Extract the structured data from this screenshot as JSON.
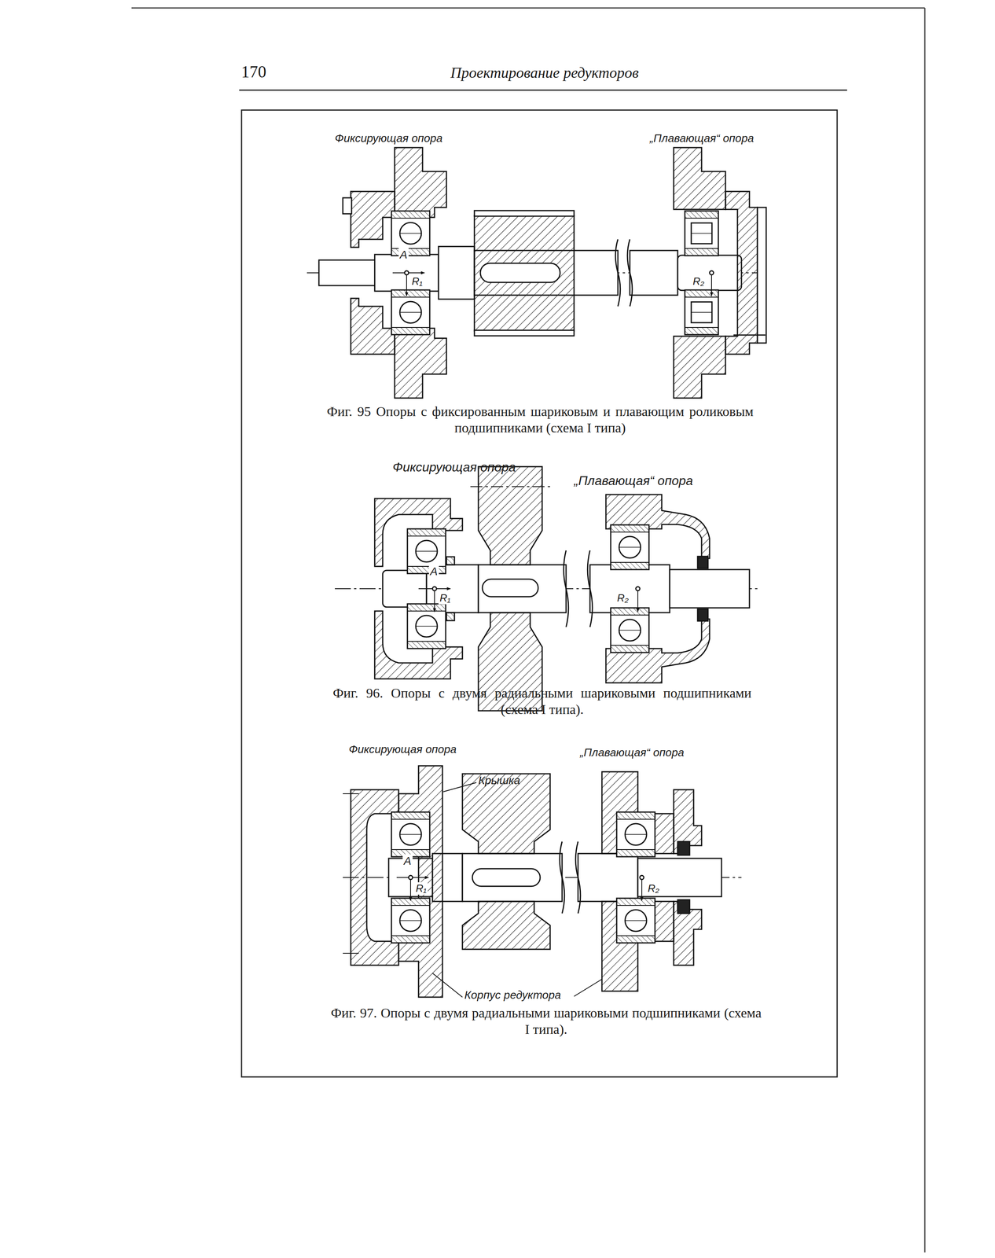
{
  "diagram": {
    "title": "Проектирование редукторов",
    "labels": [
      "170",
      "Фиксирующая опора",
      "„Плавающая“ опора",
      "A",
      "R₁",
      "R₂",
      "Фиг. 95 Опоры с фиксированным шариковым и плавающим роликовым подшипниками (схема I типа)",
      "Фиксирующая опора",
      "„Плавающая“ опора",
      "A",
      "R₁",
      "R₂",
      "Фиг. 96. Опоры с двумя радиальными шариковыми подшипниками (схема I типа).",
      "Фиксирующая опора",
      "Крышка",
      "„Плавающая“ опора",
      "A",
      "R₁",
      "R₂",
      "Корпус редуктора",
      "Фиг. 97. Опоры с двумя радиальными шариковыми подшипниками (схема I типа)."
    ]
  }
}
